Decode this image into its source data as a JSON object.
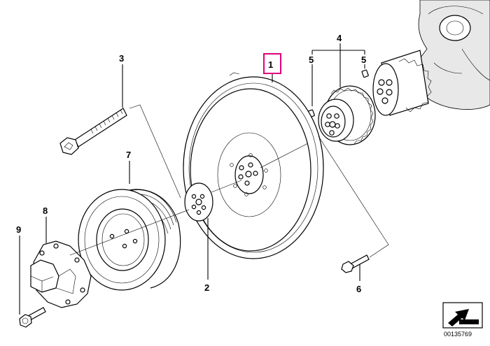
{
  "callouts": {
    "c1": "1",
    "c2": "2",
    "c3": "3",
    "c4": "4",
    "c5a": "5",
    "c5b": "5",
    "c6": "6",
    "c7": "7",
    "c8": "8",
    "c9": "9"
  },
  "highlight_color": "#e0007a",
  "diagram_id": "00135769"
}
